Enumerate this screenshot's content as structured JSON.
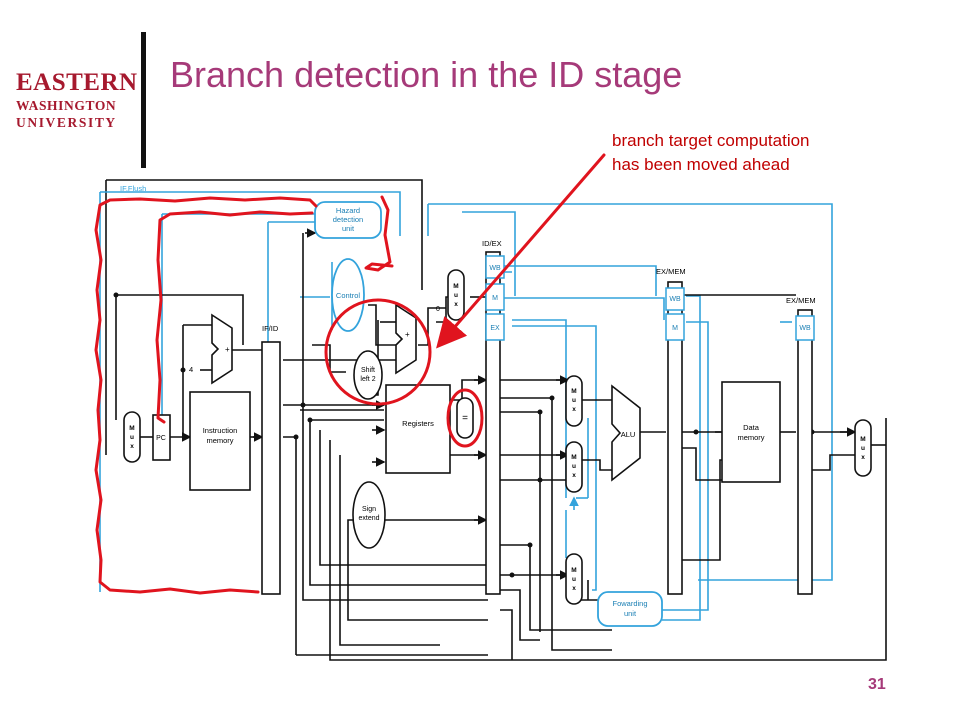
{
  "logo": {
    "line1": "EASTERN",
    "line2": "WASHINGTON",
    "line3": "UNIVERSITY"
  },
  "title": "Branch detection in the ID stage",
  "annotation": {
    "line1": "branch target computation",
    "line2": "has been moved ahead"
  },
  "page_number": "31",
  "diagram": {
    "if_flush": "IF.Flush",
    "hazard_line1": "Hazard",
    "hazard_line2": "detection",
    "hazard_line3": "unit",
    "control": "Control",
    "idex": "ID/EX",
    "exmem1": "EX/MEM",
    "exmem2": "EX/MEM",
    "wb": "WB",
    "m": "M",
    "ex": "EX",
    "mux_m": "M",
    "mux_u": "u",
    "mux_x": "x",
    "zero": "0",
    "four": "4",
    "plus": "+",
    "ifid": "IF/ID",
    "pc": "PC",
    "instr_line1": "Instruction",
    "instr_line2": "memory",
    "shift_line1": "Shift",
    "shift_line2": "left 2",
    "registers": "Registers",
    "equals": "=",
    "sign_line1": "Sign",
    "sign_line2": "extend",
    "alu": "ALU",
    "data_line1": "Data",
    "data_line2": "memory",
    "fwd_line1": "Fowarding",
    "fwd_line2": "unit"
  },
  "colors": {
    "title": "#a63a79",
    "logo": "#a6192e",
    "annotation": "#c00000",
    "control_lines": "#33a3dc",
    "datapath": "#111111",
    "highlight": "#e0141e"
  }
}
